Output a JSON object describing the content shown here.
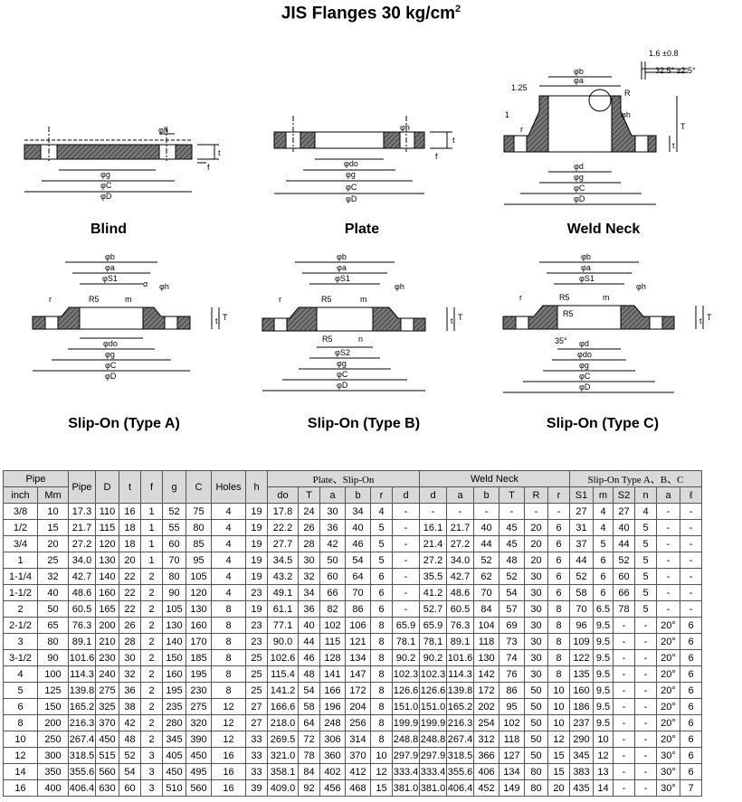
{
  "title": {
    "text": "JIS Flanges 30 kg/cm",
    "sup": "2"
  },
  "labels": {
    "blind": "Blind",
    "plate": "Plate",
    "weld_neck": "Weld Neck",
    "slip_on_a": "Slip-On (Type A)",
    "slip_on_b": "Slip-On (Type B)",
    "slip_on_c": "Slip-On (Type C)"
  },
  "dims": {
    "phi_h": "φh",
    "phi_g": "φg",
    "phi_C": "φC",
    "phi_D": "φD",
    "phi_do": "φdo",
    "phi_b": "φb",
    "phi_a": "φa",
    "phi_d": "φd",
    "phi_S1": "φS1",
    "phi_S2": "φS2",
    "t": "t",
    "f": "f",
    "T": "T",
    "r": "r",
    "R": "R",
    "R5": "R5",
    "m": "m",
    "n": "n",
    "alpha": "α",
    "deg35": "35°",
    "w125": "1.25",
    "one": "1",
    "tol16": "1.6 ±0.8",
    "tol325": "32.5° ±2.5°"
  },
  "table": {
    "header1": {
      "pipe": "Pipe",
      "pipe2": "Pipe",
      "D": "D",
      "t": "t",
      "f": "f",
      "g": "g",
      "C": "C",
      "holes": "Holes",
      "h": "h",
      "plate_slip": "Plate、Slip-On",
      "weld_neck": "Weld Neck",
      "slip_abc": "Slip-On Type A、B、C"
    },
    "header2": {
      "inch": "inch",
      "mm": "Mm",
      "do": "do",
      "T": "T",
      "a": "a",
      "b": "b",
      "r": "r",
      "d": "d",
      "wd": "d",
      "wa": "a",
      "wb": "b",
      "wT": "T",
      "wR": "R",
      "wr": "r",
      "S1": "S1",
      "m": "m",
      "S2": "S2",
      "n": "n",
      "alpha": "a",
      "l": "ℓ"
    },
    "rows": [
      [
        "3/8",
        "10",
        "17.3",
        "110",
        "16",
        "1",
        "52",
        "75",
        "4",
        "19",
        "17.8",
        "24",
        "30",
        "34",
        "4",
        "-",
        "-",
        "-",
        "-",
        "-",
        "-",
        "-",
        "27",
        "4",
        "27",
        "4",
        "-",
        "-"
      ],
      [
        "1/2",
        "15",
        "21.7",
        "115",
        "18",
        "1",
        "55",
        "80",
        "4",
        "19",
        "22.2",
        "26",
        "36",
        "40",
        "5",
        "-",
        "16.1",
        "21.7",
        "40",
        "45",
        "20",
        "6",
        "31",
        "4",
        "40",
        "5",
        "-",
        "-"
      ],
      [
        "3/4",
        "20",
        "27.2",
        "120",
        "18",
        "1",
        "60",
        "85",
        "4",
        "19",
        "27.7",
        "28",
        "42",
        "46",
        "5",
        "-",
        "21.4",
        "27.2",
        "44",
        "45",
        "20",
        "6",
        "37",
        "5",
        "44",
        "5",
        "-",
        "-"
      ],
      [
        "1",
        "25",
        "34.0",
        "130",
        "20",
        "1",
        "70",
        "95",
        "4",
        "19",
        "34.5",
        "30",
        "50",
        "54",
        "5",
        "-",
        "27.2",
        "34.0",
        "52",
        "48",
        "20",
        "6",
        "44",
        "6",
        "52",
        "5",
        "-",
        "-"
      ],
      [
        "1-1/4",
        "32",
        "42.7",
        "140",
        "22",
        "2",
        "80",
        "105",
        "4",
        "19",
        "43.2",
        "32",
        "60",
        "64",
        "6",
        "-",
        "35.5",
        "42.7",
        "62",
        "52",
        "30",
        "6",
        "52",
        "6",
        "60",
        "5",
        "-",
        "-"
      ],
      [
        "1-1/2",
        "40",
        "48.6",
        "160",
        "22",
        "2",
        "90",
        "120",
        "4",
        "23",
        "49.1",
        "34",
        "66",
        "70",
        "6",
        "-",
        "41.2",
        "48.6",
        "70",
        "54",
        "30",
        "6",
        "58",
        "6",
        "66",
        "5",
        "-",
        "-"
      ],
      [
        "2",
        "50",
        "60.5",
        "165",
        "22",
        "2",
        "105",
        "130",
        "8",
        "19",
        "61.1",
        "36",
        "82",
        "86",
        "6",
        "-",
        "52.7",
        "60.5",
        "84",
        "57",
        "30",
        "8",
        "70",
        "6.5",
        "78",
        "5",
        "-",
        "-"
      ],
      [
        "2-1/2",
        "65",
        "76.3",
        "200",
        "26",
        "2",
        "130",
        "160",
        "8",
        "23",
        "77.1",
        "40",
        "102",
        "106",
        "8",
        "65.9",
        "65.9",
        "76.3",
        "104",
        "69",
        "30",
        "8",
        "96",
        "9.5",
        "-",
        "-",
        "20°",
        "6"
      ],
      [
        "3",
        "80",
        "89.1",
        "210",
        "28",
        "2",
        "140",
        "170",
        "8",
        "23",
        "90.0",
        "44",
        "115",
        "121",
        "8",
        "78.1",
        "78.1",
        "89.1",
        "118",
        "73",
        "30",
        "8",
        "109",
        "9.5",
        "-",
        "-",
        "20°",
        "6"
      ],
      [
        "3-1/2",
        "90",
        "101.6",
        "230",
        "30",
        "2",
        "150",
        "185",
        "8",
        "25",
        "102.6",
        "46",
        "128",
        "134",
        "8",
        "90.2",
        "90.2",
        "101.6",
        "130",
        "74",
        "30",
        "8",
        "122",
        "9.5",
        "-",
        "-",
        "20°",
        "6"
      ],
      [
        "4",
        "100",
        "114.3",
        "240",
        "32",
        "2",
        "160",
        "195",
        "8",
        "25",
        "115.4",
        "48",
        "141",
        "147",
        "8",
        "102.3",
        "102.3",
        "114.3",
        "142",
        "76",
        "30",
        "8",
        "135",
        "9.5",
        "-",
        "-",
        "20°",
        "6"
      ],
      [
        "5",
        "125",
        "139.8",
        "275",
        "36",
        "2",
        "195",
        "230",
        "8",
        "25",
        "141.2",
        "54",
        "166",
        "172",
        "8",
        "126.6",
        "126.6",
        "139.8",
        "172",
        "86",
        "50",
        "10",
        "160",
        "9.5",
        "-",
        "-",
        "20°",
        "6"
      ],
      [
        "6",
        "150",
        "165.2",
        "325",
        "38",
        "2",
        "235",
        "275",
        "12",
        "27",
        "166.6",
        "58",
        "196",
        "204",
        "8",
        "151.0",
        "151.0",
        "165.2",
        "202",
        "95",
        "50",
        "10",
        "186",
        "9.5",
        "-",
        "-",
        "20°",
        "6"
      ],
      [
        "8",
        "200",
        "216.3",
        "370",
        "42",
        "2",
        "280",
        "320",
        "12",
        "27",
        "218.0",
        "64",
        "248",
        "256",
        "8",
        "199.9",
        "199.9",
        "216.3",
        "254",
        "102",
        "50",
        "10",
        "237",
        "9.5",
        "-",
        "-",
        "20°",
        "6"
      ],
      [
        "10",
        "250",
        "267.4",
        "450",
        "48",
        "2",
        "345",
        "390",
        "12",
        "33",
        "269.5",
        "72",
        "306",
        "314",
        "8",
        "248.8",
        "248.8",
        "267.4",
        "312",
        "118",
        "50",
        "12",
        "290",
        "10",
        "-",
        "-",
        "20°",
        "6"
      ],
      [
        "12",
        "300",
        "318.5",
        "515",
        "52",
        "3",
        "405",
        "450",
        "16",
        "33",
        "321.0",
        "78",
        "360",
        "370",
        "10",
        "297.9",
        "297.9",
        "318.5",
        "366",
        "127",
        "50",
        "15",
        "345",
        "12",
        "-",
        "-",
        "30°",
        "6"
      ],
      [
        "14",
        "350",
        "355.6",
        "560",
        "54",
        "3",
        "450",
        "495",
        "16",
        "33",
        "358.1",
        "84",
        "402",
        "412",
        "12",
        "333.4",
        "333.4",
        "355.6",
        "406",
        "134",
        "80",
        "15",
        "383",
        "13",
        "-",
        "-",
        "30°",
        "6"
      ],
      [
        "16",
        "400",
        "406.4",
        "630",
        "60",
        "3",
        "510",
        "560",
        "16",
        "39",
        "409.0",
        "92",
        "456",
        "468",
        "15",
        "381.0",
        "381.0",
        "406.4",
        "452",
        "149",
        "80",
        "20",
        "435",
        "14",
        "-",
        "-",
        "30°",
        "7"
      ]
    ]
  }
}
